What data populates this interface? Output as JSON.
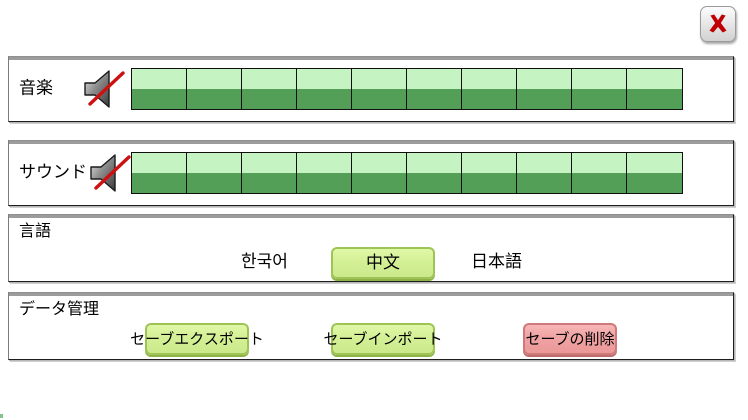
{
  "window": {
    "close_button": {
      "icon": "close-x-icon",
      "label": "",
      "color": "#c00000"
    }
  },
  "colors": {
    "volume_filled": "#549f57",
    "volume_empty": "#c6f3c2",
    "button_green": "#d4f096",
    "button_green_border": "#9fc456",
    "button_red": "#f0a3a3",
    "button_red_border": "#cf7a7a",
    "panel_border": "#1d1d1d",
    "close_x": "#c00000"
  },
  "audio_rows": [
    {
      "label": "音楽",
      "icon": "speaker-muted-icon",
      "muted": true,
      "segments_total": 10,
      "segments_filled": 10,
      "fill_ratio": 0.5
    },
    {
      "label": "サウンド",
      "icon": "speaker-muted-icon",
      "muted": true,
      "segments_total": 10,
      "segments_filled": 10,
      "fill_ratio": 0.5
    }
  ],
  "language_panel": {
    "heading": "言語",
    "options": [
      {
        "label": "한국어",
        "selected": false
      },
      {
        "label": "中文",
        "selected": true
      },
      {
        "label": "日本語",
        "selected": false
      }
    ]
  },
  "data_panel": {
    "heading": "データ管理",
    "buttons": [
      {
        "label": "セーブエクスポート",
        "style": "green"
      },
      {
        "label": "セーブインポート",
        "style": "green"
      },
      {
        "label": "セーブの削除",
        "style": "red"
      }
    ]
  }
}
